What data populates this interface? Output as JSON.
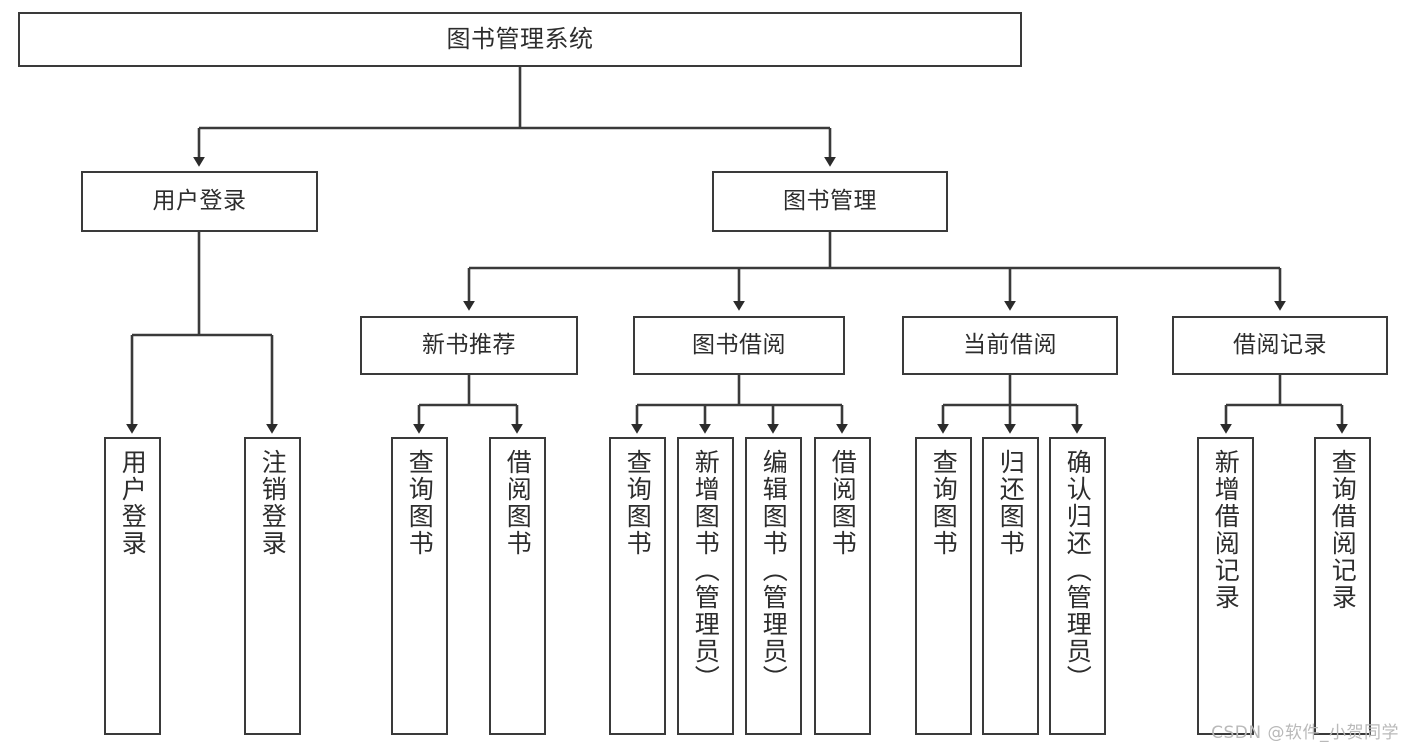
{
  "diagram": {
    "title": "图书管理系统",
    "type": "tree-hierarchy",
    "line_color": "#3a3a3a",
    "text_color": "#2d2d2d",
    "background": "#ffffff",
    "root": {
      "label": "图书管理系统"
    },
    "level2": [
      {
        "label": "用户登录"
      },
      {
        "label": "图书管理"
      }
    ],
    "level3": [
      {
        "label": "新书推荐"
      },
      {
        "label": "图书借阅"
      },
      {
        "label": "当前借阅"
      },
      {
        "label": "借阅记录"
      }
    ],
    "leaves": [
      {
        "label": "用户登录",
        "parent": "用户登录"
      },
      {
        "label": "注销登录",
        "parent": "用户登录"
      },
      {
        "label": "查询图书",
        "parent": "新书推荐"
      },
      {
        "label": "借阅图书",
        "parent": "新书推荐"
      },
      {
        "label": "查询图书",
        "parent": "图书借阅"
      },
      {
        "label": "新增图书（管理员）",
        "parent": "图书借阅"
      },
      {
        "label": "编辑图书（管理员）",
        "parent": "图书借阅"
      },
      {
        "label": "借阅图书",
        "parent": "图书借阅"
      },
      {
        "label": "查询图书",
        "parent": "当前借阅"
      },
      {
        "label": "归还图书",
        "parent": "当前借阅"
      },
      {
        "label": "确认归还（管理员）",
        "parent": "当前借阅"
      },
      {
        "label": "新增借阅记录",
        "parent": "借阅记录"
      },
      {
        "label": "查询借阅记录",
        "parent": "借阅记录"
      }
    ]
  },
  "watermark": {
    "text": "CSDN @软件_小贺同学"
  }
}
